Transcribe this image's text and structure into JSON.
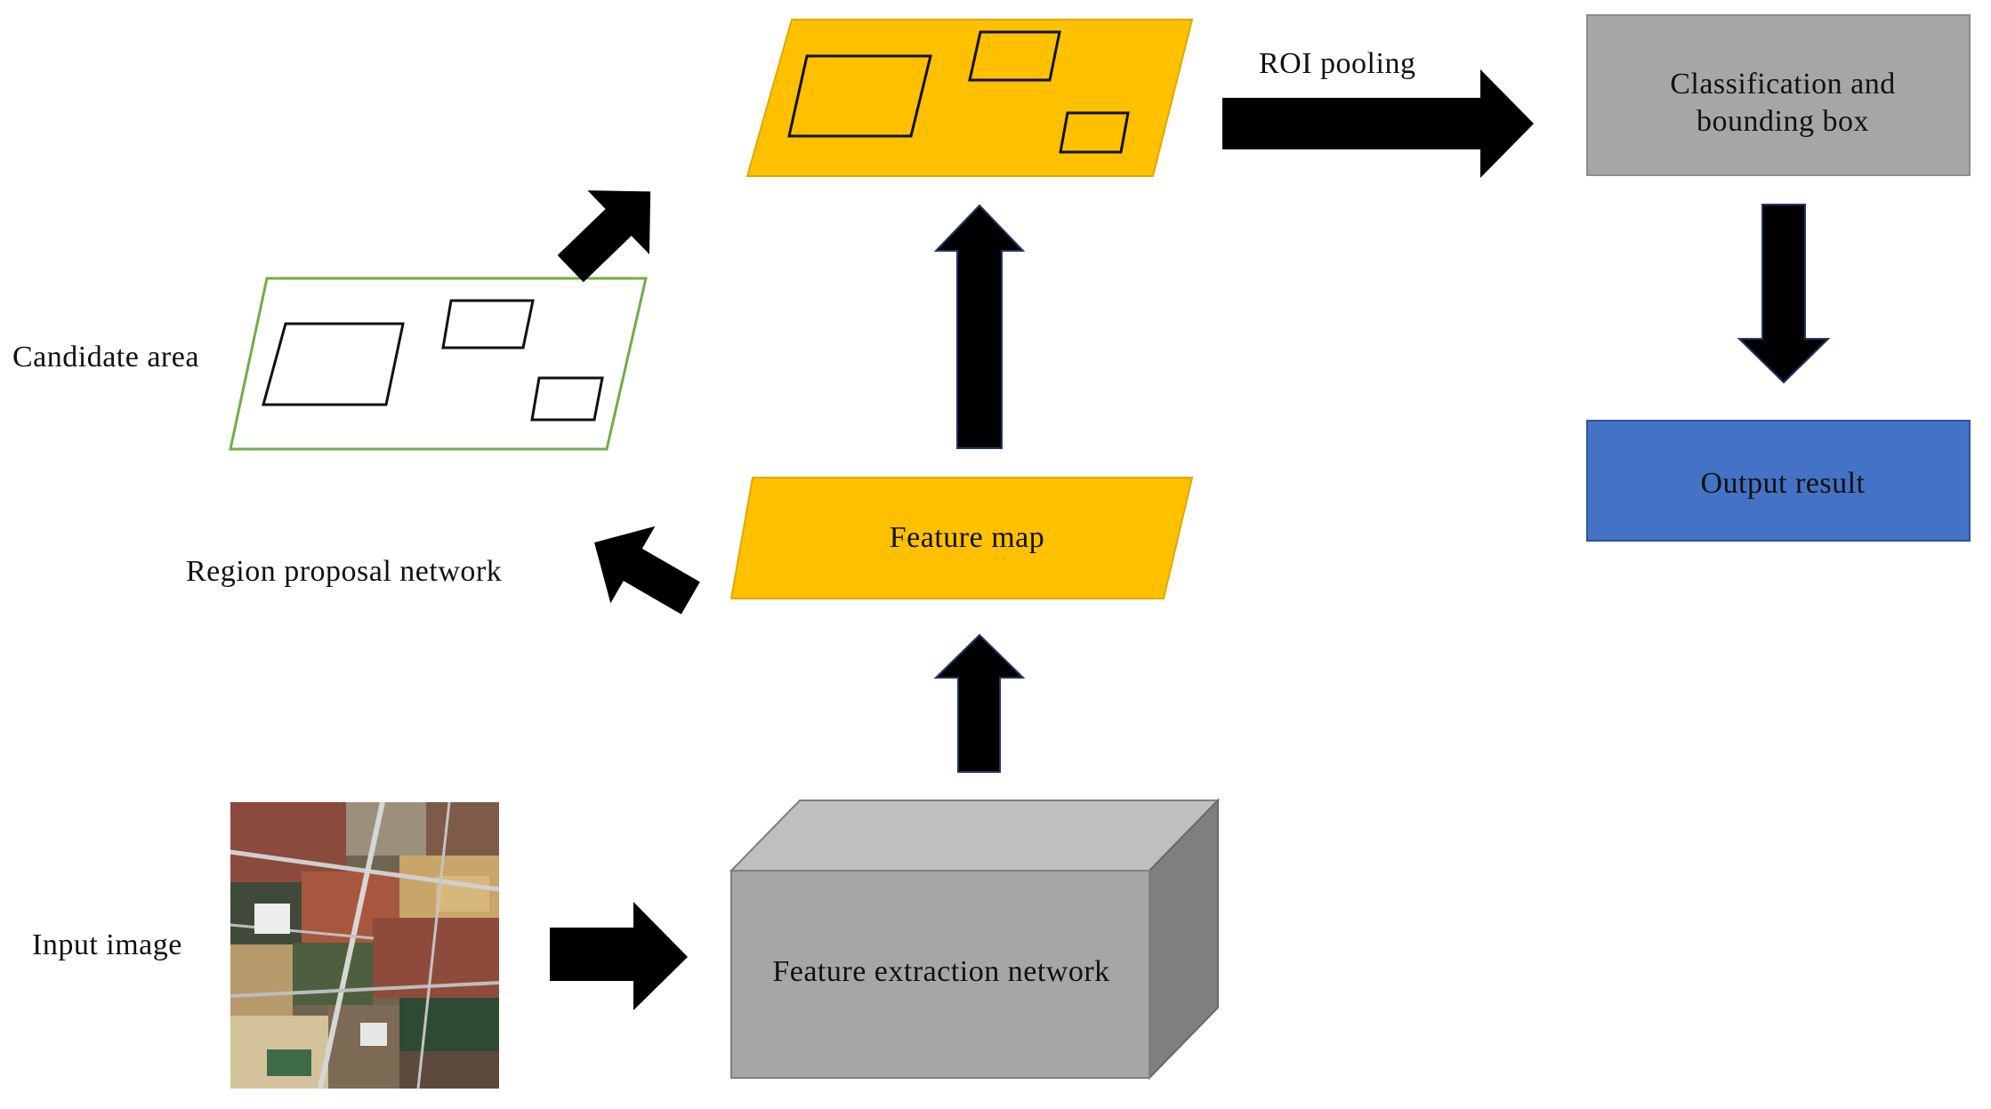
{
  "labels": {
    "roi_pooling": "ROI pooling",
    "classification_line1": "Classification and",
    "classification_line2": "bounding box",
    "output_result": "Output result",
    "candidate_area": "Candidate area",
    "region_proposal_network": "Region proposal network",
    "feature_map": "Feature map",
    "input_image": "Input image",
    "feature_extraction_network": "Feature extraction network"
  },
  "colors": {
    "feature_map_fill": "#FFC000",
    "gray_box": "#A6A6A6",
    "box_side": "#7F7F7F",
    "box_top": "#BFBFBF",
    "output_box": "#4472C4",
    "candidate_border": "#70AD47",
    "arrow": "#000000"
  }
}
